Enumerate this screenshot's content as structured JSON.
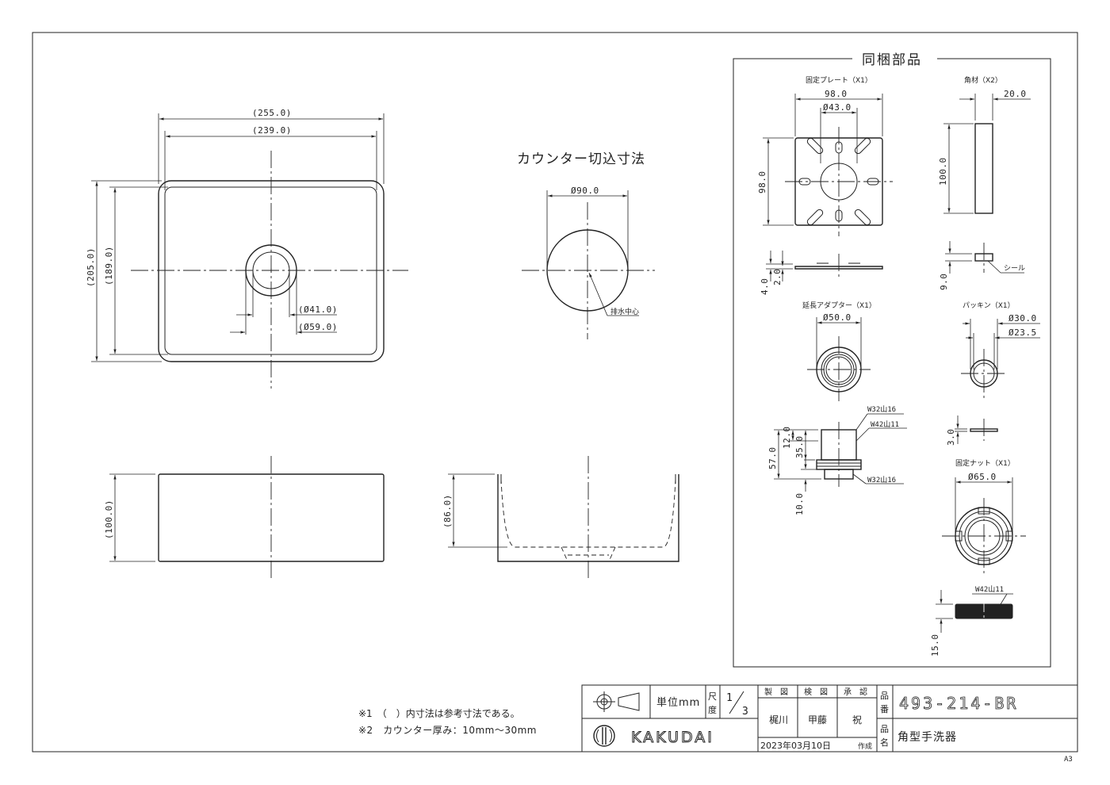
{
  "main_view": {
    "dim_outer_width": "(255.0)",
    "dim_inner_width": "(239.0)",
    "dim_outer_depth": "(205.0)",
    "dim_inner_depth": "(189.0)",
    "dim_drain_inner": "(Ø41.0)",
    "dim_drain_outer": "(Ø59.0)",
    "dim_height": "(100.0)",
    "dim_bowl_depth": "(86.0)"
  },
  "cutout": {
    "title": "カウンター切込寸法",
    "diameter": "Ø90.0",
    "center_label": "排水中心"
  },
  "parts_box": {
    "title": "同梱部品",
    "fixing_plate": {
      "label": "固定プレート（X1）",
      "width": "98.0",
      "hole": "Ø43.0",
      "height": "98.0",
      "thickness_total": "4.0",
      "thickness_plate": "2.0"
    },
    "square_bar": {
      "label": "角材（X2）",
      "width": "20.0",
      "length": "100.0",
      "height": "9.0",
      "seal": "シール"
    },
    "adapter": {
      "label": "延長アダプター（X1）",
      "diameter": "Ø50.0",
      "thread_top": "W32山16",
      "thread_mid": "W42山11",
      "thread_bottom": "W32山16",
      "dim_total": "57.0",
      "dim_a": "12.0",
      "dim_b": "35.0",
      "dim_c": "10.0"
    },
    "packing": {
      "label": "パッキン（X1）",
      "outer": "Ø30.0",
      "inner": "Ø23.5",
      "thickness": "3.0"
    },
    "nut": {
      "label": "固定ナット（X1）",
      "diameter": "Ø65.0",
      "thread": "W42山11",
      "height": "15.0"
    }
  },
  "notes": [
    "※1　（　）内寸法は参考寸法である。",
    "※2　カウンター厚み：10mm～30mm"
  ],
  "title_block": {
    "unit_label": "単位mm",
    "scale_label_top": "尺",
    "scale_label_bottom": "度",
    "scale_numerator": "1",
    "scale_denominator": "3",
    "made_label": "製　図",
    "checked_label": "検　図",
    "approved_label": "承　認",
    "made_by": "梶川",
    "checked_by": "甲藤",
    "approved_by": "祝",
    "date": "2023年03月10日",
    "date_suffix": "作成",
    "part_no_label_top": "品",
    "part_no_label_bottom": "番",
    "part_no": "493-214-BR",
    "part_name_label_top": "品",
    "part_name_label_bottom": "名",
    "part_name": "角型手洗器",
    "brand": "KAKUDAI"
  },
  "sheet_size": "A3"
}
